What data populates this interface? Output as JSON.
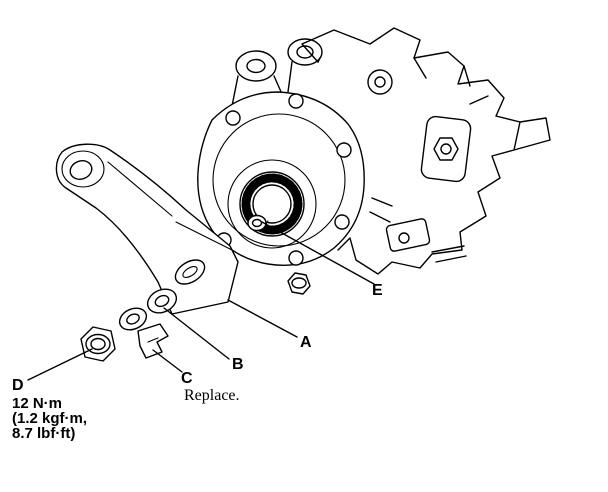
{
  "page": {
    "background": "#ffffff",
    "line_color": "#000000"
  },
  "callouts": {
    "a": "A",
    "b": "B",
    "c": "C",
    "d": "D",
    "e": "E"
  },
  "notes": {
    "replace": "Replace.",
    "torque": {
      "line1": "12 N·m",
      "line2": "(1.2 kgf·m,",
      "line3": "8.7 lbf·ft)"
    }
  }
}
